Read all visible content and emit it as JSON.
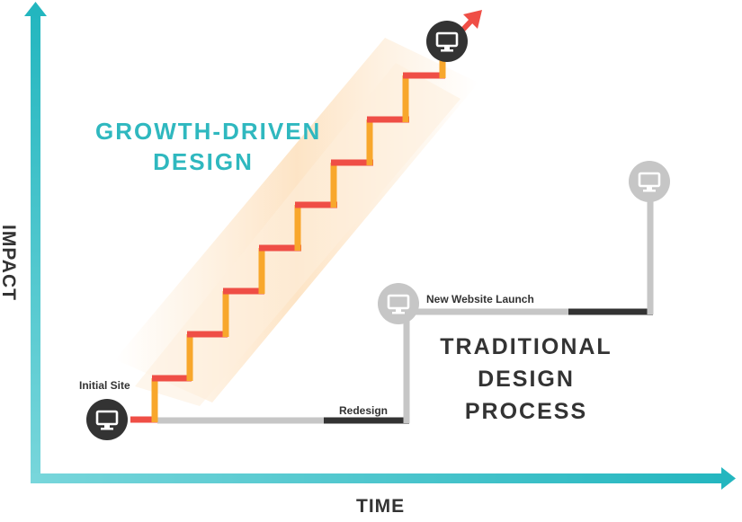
{
  "axes": {
    "x_label": "TIME",
    "y_label": "IMPACT",
    "axis_color": "#35bfc6"
  },
  "growth_driven": {
    "title_line1": "GROWTH-DRIVEN",
    "title_line2": "DESIGN",
    "color": "#2fb8bf",
    "step_riser_color": "#f8a72c",
    "step_tread_color": "#ef4e46"
  },
  "traditional": {
    "title_line1": "TRADITIONAL",
    "title_line2": "DESIGN",
    "title_line3": "PROCESS",
    "line_color": "#c6c6c6",
    "dark_color": "#333333"
  },
  "points": {
    "initial_site": "Initial Site",
    "redesign": "Redesign",
    "new_website_launch": "New Website Launch"
  },
  "icons": {
    "milestone": "monitor-icon",
    "growth_end": "arrow-up-right-icon"
  }
}
